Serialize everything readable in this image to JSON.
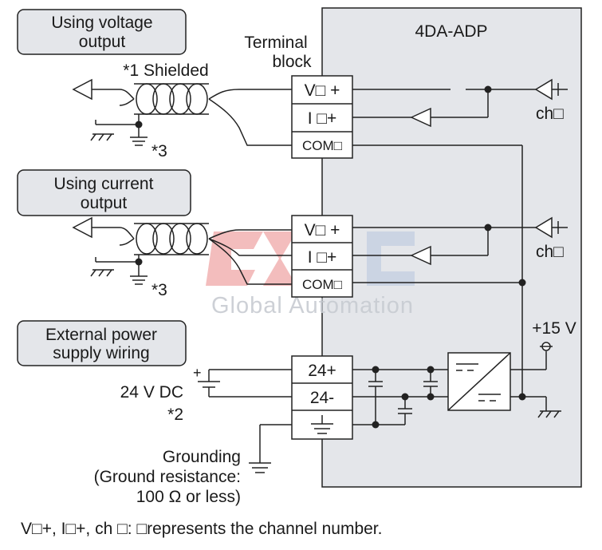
{
  "diagram": {
    "module_name": "4DA-ADP",
    "terminal_block_label": [
      "Terminal",
      "block"
    ],
    "sections": {
      "voltage": {
        "title": [
          "Using voltage",
          "output"
        ],
        "shield_note": "*1 Shielded",
        "ground_note": "*3"
      },
      "current": {
        "title": [
          "Using current",
          "output"
        ],
        "ground_note": "*3"
      },
      "power": {
        "title": [
          "External power",
          "supply wiring"
        ],
        "supply_label": "24 V DC",
        "supply_note": "*2",
        "plus_sign": "+"
      }
    },
    "terminals": {
      "voltage_block": [
        "V□ +",
        "I □+",
        "COM□"
      ],
      "current_block": [
        "V□ +",
        "I □+",
        "COM□"
      ],
      "power_block": [
        "24+",
        "24-"
      ]
    },
    "channel_label": "ch□",
    "plus15_label": "+15 V",
    "grounding": [
      "Grounding",
      "(Ground resistance:",
      "100 Ω or less)"
    ],
    "footnote": "V□+, I□+, ch □: □represents the channel number.",
    "watermark": {
      "text": "Global Automation",
      "brand_red": "#f2b6b6",
      "brand_blue": "#c9d3e3"
    }
  }
}
